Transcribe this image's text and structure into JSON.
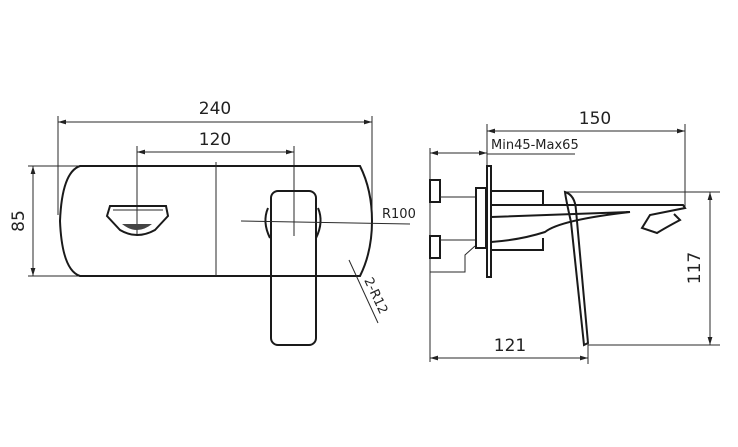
{
  "front_view": {
    "width_overall": "240",
    "center_distance": "120",
    "height": "85",
    "radius_label": "R100",
    "corner_radius_label": "2-R12"
  },
  "side_view": {
    "projection": "150",
    "wall_range": "Min45-Max65",
    "depth": "121",
    "height": "117"
  }
}
